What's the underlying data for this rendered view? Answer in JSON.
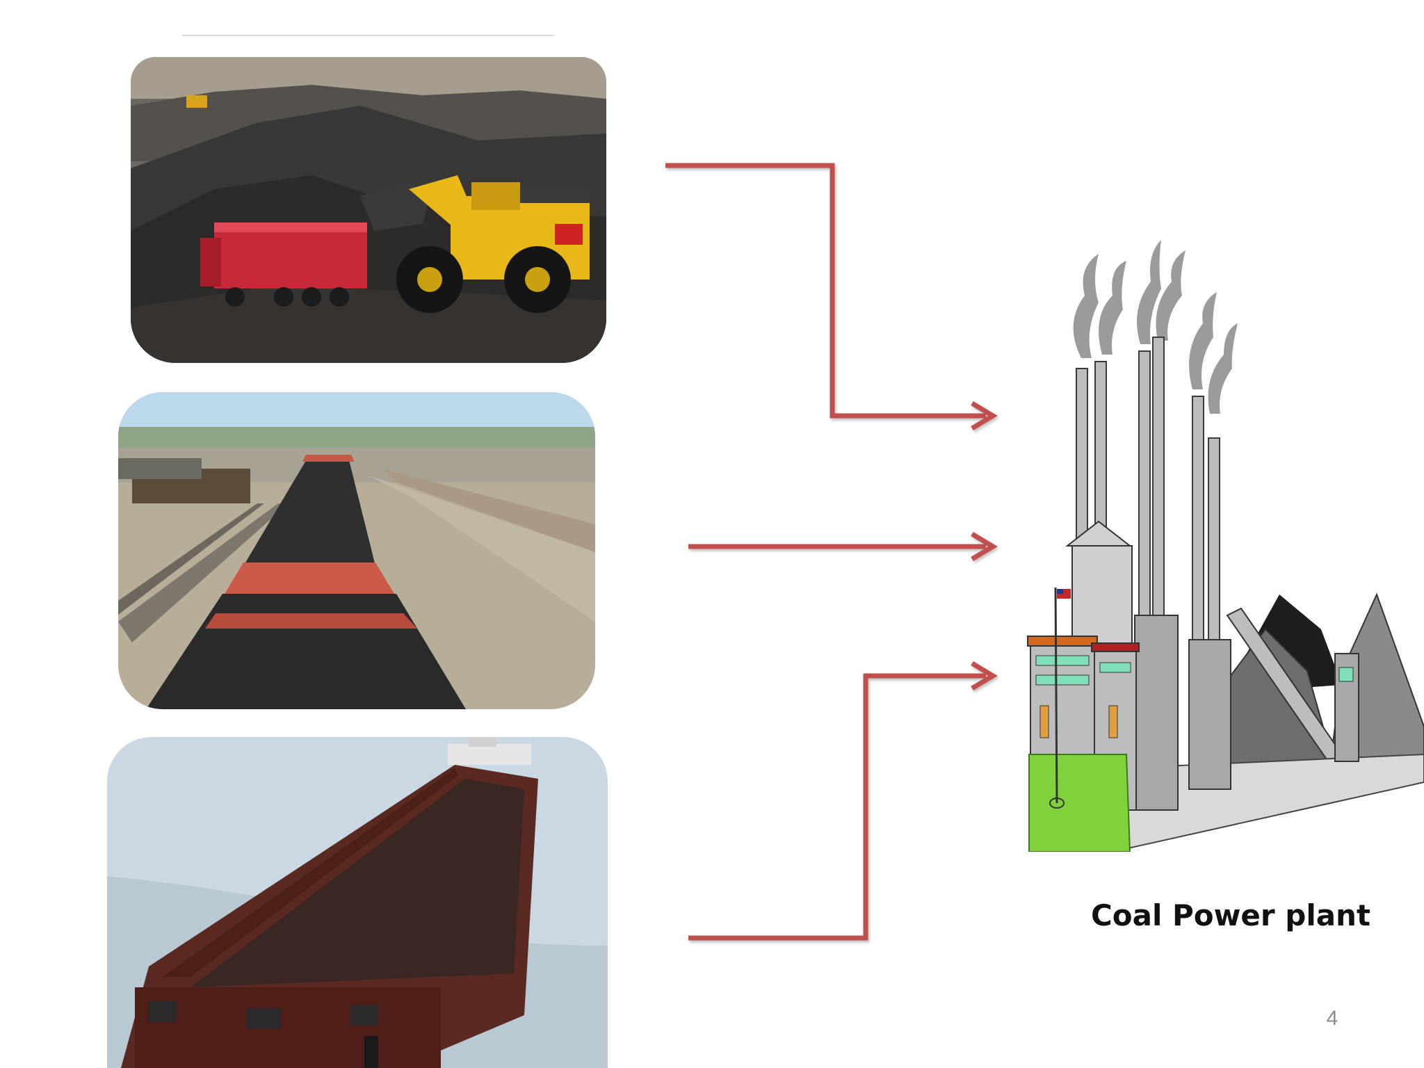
{
  "caption": "Coal Power plant",
  "page_number": "4",
  "colors": {
    "arrow": "#c0504d",
    "coal": "#2a2a2a",
    "truck_bed": "#c8283a",
    "loader": "#e8b818",
    "water": "#c9d8e2",
    "grass": "#7fd23c"
  },
  "images": [
    {
      "name": "mining-truck-loading-photo"
    },
    {
      "name": "coal-railway-wagon-photo"
    },
    {
      "name": "coal-barge-photo"
    },
    {
      "name": "coal-power-plant-illustration"
    }
  ]
}
